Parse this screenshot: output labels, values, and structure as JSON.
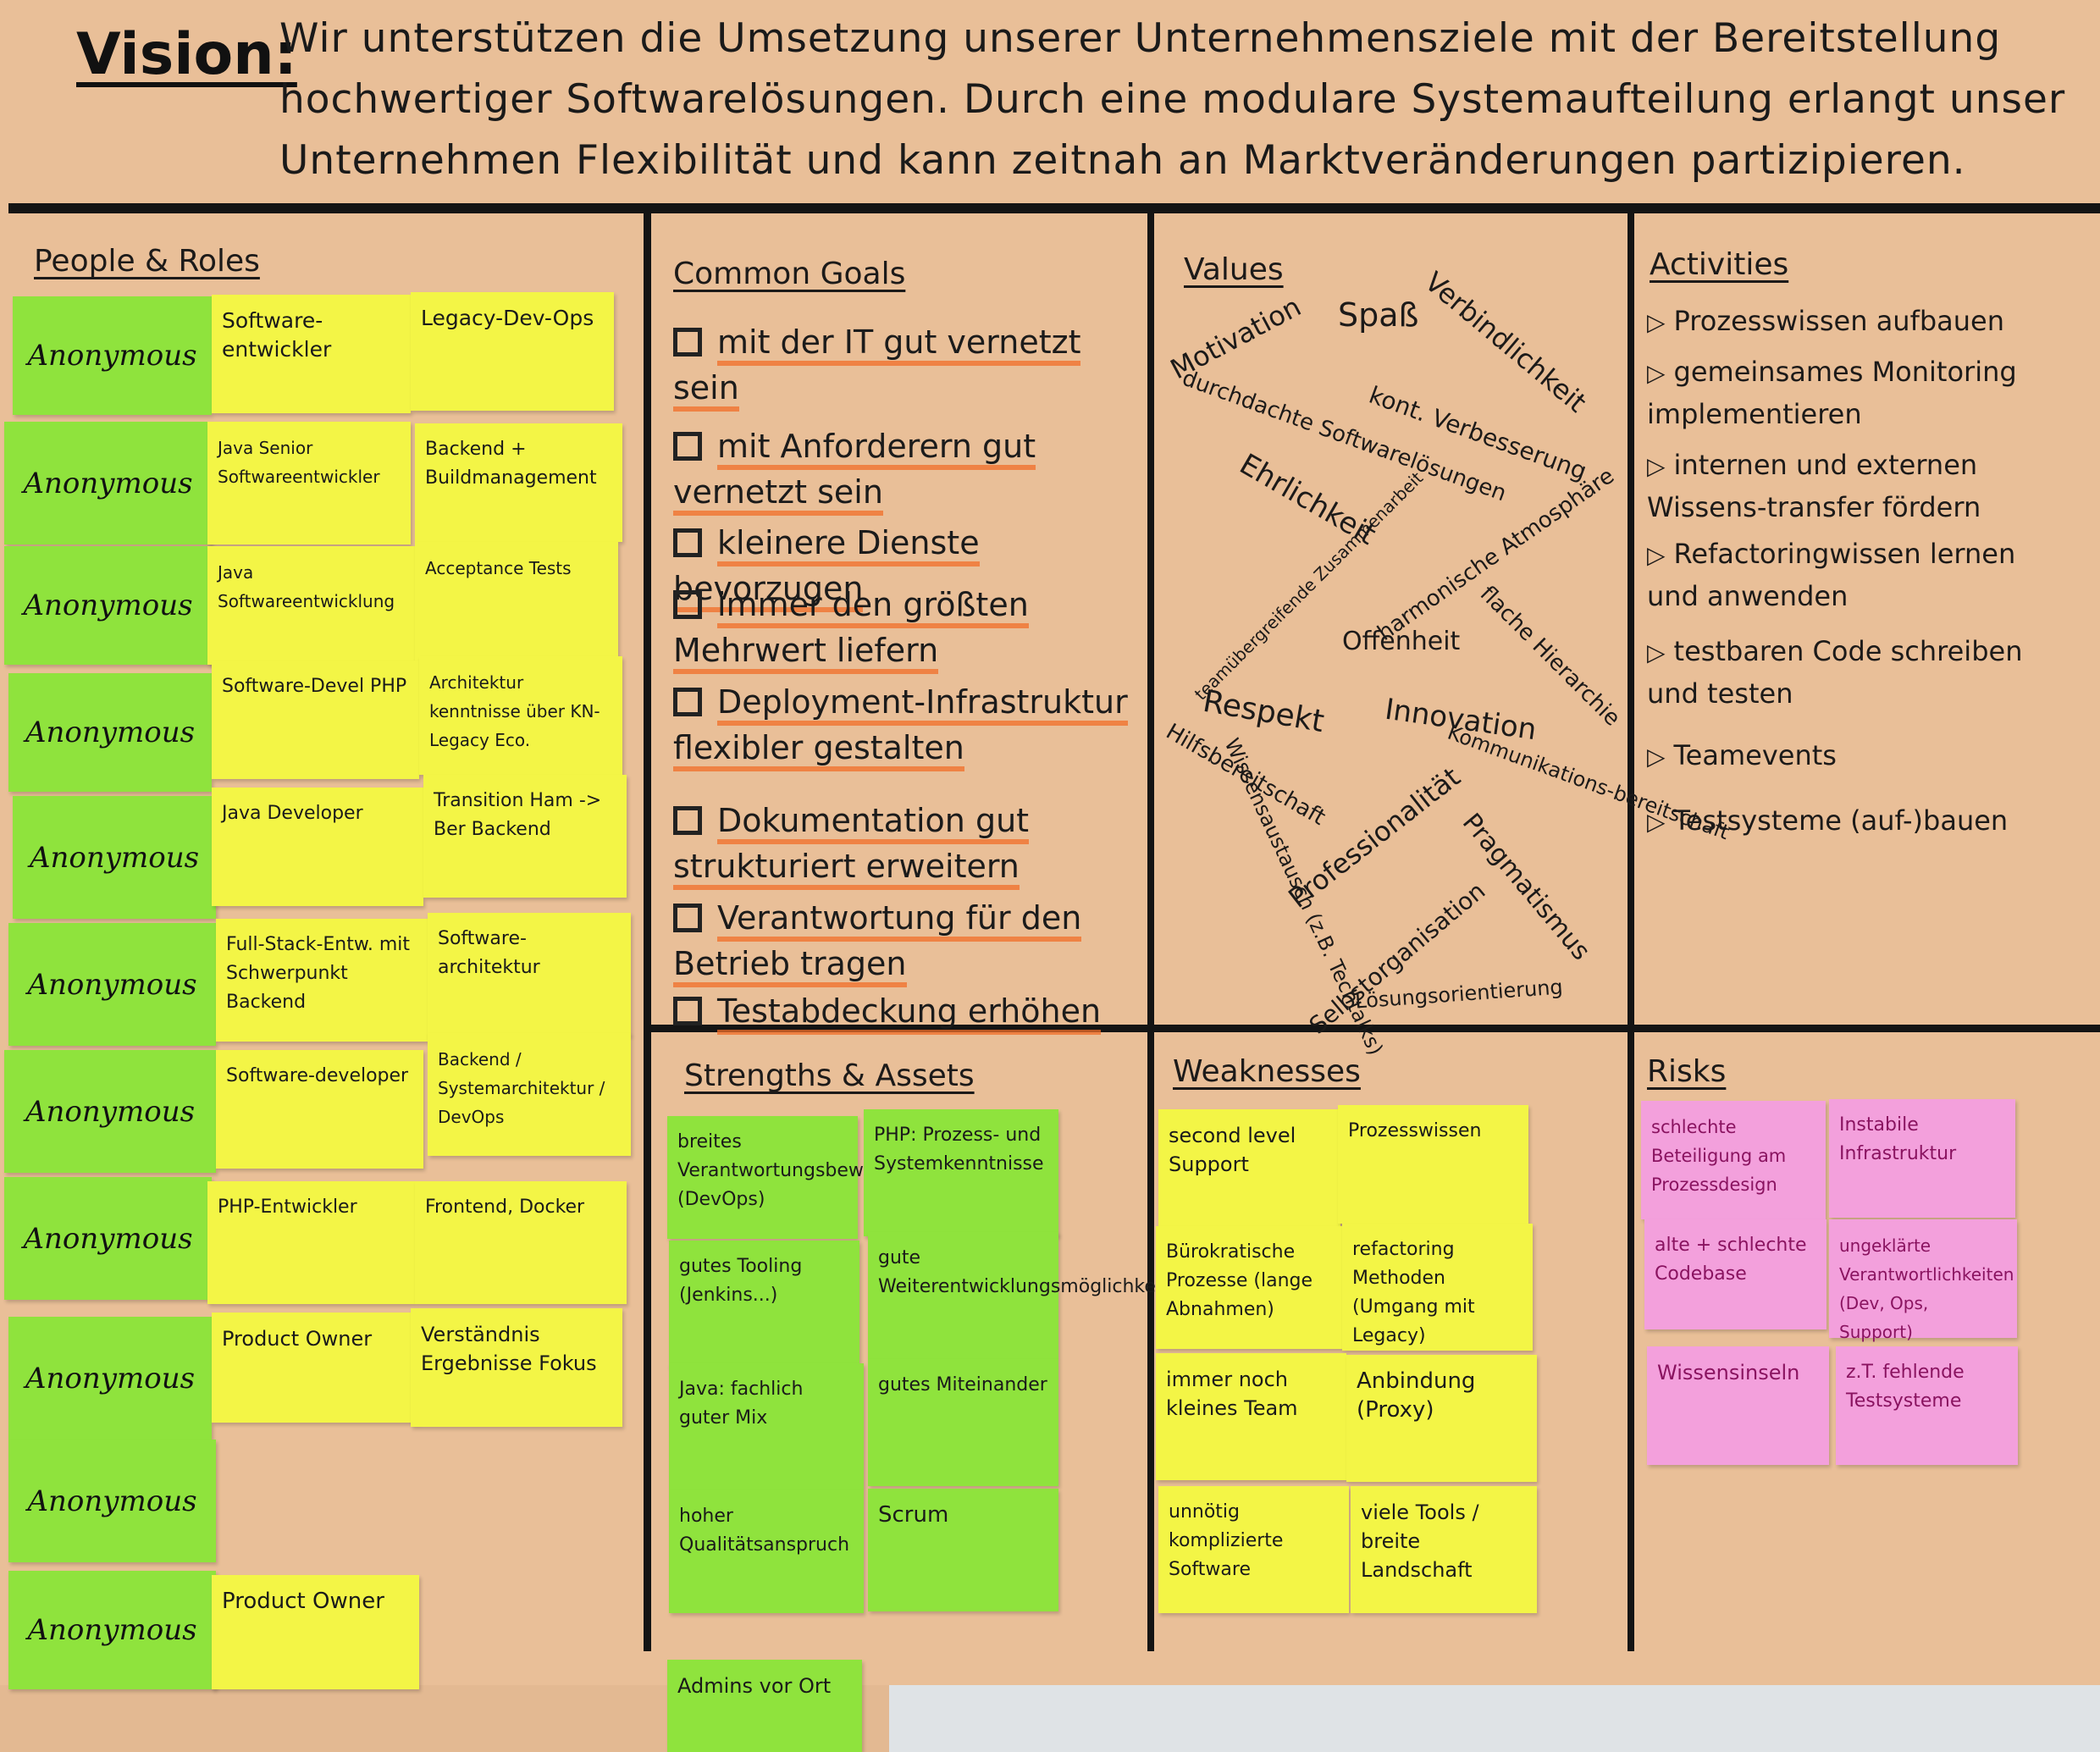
{
  "vision": {
    "label": "Vision:",
    "text": "Wir unterstützen die Umsetzung unserer Unternehmensziele mit der Bereitstellung hochwertiger Softwarelösungen. Durch eine modulare Systemaufteilung erlangt unser Unternehmen Flexibilität und kann zeitnah an Marktveränderungen partizipieren."
  },
  "sections": {
    "people": "People & Roles",
    "goals": "Common Goals",
    "values": "Values",
    "activities": "Activities",
    "strengths": "Strengths & Assets",
    "weaknesses": "Weaknesses",
    "risks": "Risks"
  },
  "people_rows": [
    {
      "name": "Anonymous",
      "role1": "Software-entwickler",
      "role2": "Legacy-Dev-Ops"
    },
    {
      "name": "Anonymous",
      "role1": "Java Senior Softwareentwickler",
      "role2": "Backend + Buildmanagement"
    },
    {
      "name": "Anonymous",
      "role1": "Java Softwareentwicklung",
      "role2": "Acceptance Tests"
    },
    {
      "name": "Anonymous",
      "role1": "Software-Devel PHP",
      "role2": "Architektur kenntnisse über KN-Legacy Eco."
    },
    {
      "name": "Anonymous",
      "role1": "Java Developer",
      "role2": "Transition Ham -> Ber Backend"
    },
    {
      "name": "Anonymous",
      "role1": "Full-Stack-Entw. mit Schwerpunkt Backend",
      "role2": "Software-architektur"
    },
    {
      "name": "Anonymous",
      "role1": "Software-developer",
      "role2": "Backend / Systemarchitektur / DevOps"
    },
    {
      "name": "Anonymous",
      "role1": "PHP-Entwickler",
      "role2": "Frontend, Docker"
    },
    {
      "name": "Anonymous",
      "role1": "Product Owner",
      "role2": "Verständnis Ergebnisse Fokus"
    },
    {
      "name": "Anonymous",
      "role1": "",
      "role2": ""
    },
    {
      "name": "Anonymous",
      "role1": "Product Owner",
      "role2": ""
    }
  ],
  "goals": [
    "mit der IT gut vernetzt sein",
    "mit Anforderern gut vernetzt sein",
    "kleinere Dienste bevorzugen",
    "immer den größten Mehrwert liefern",
    "Deployment-Infrastruktur flexibler gestalten",
    "Dokumentation gut strukturiert erweitern",
    "Verantwortung für den Betrieb tragen",
    "Testabdeckung erhöhen"
  ],
  "values": [
    "Motivation",
    "Spaß",
    "Verbindlichkeit",
    "durchdachte Softwarelösungen",
    "kont. Verbesserung",
    "Ehrlichkeit",
    "teamübergreifende Zusammenarbeit",
    "harmonische Atmosphäre",
    "Offenheit",
    "flache Hierarchie",
    "Respekt",
    "Innovation",
    "Hilfsbereitschaft",
    "Kommunikations-bereitschaft",
    "Wissensaustausch (z.B. Techtalks)",
    "Professionalität",
    "Pragmatismus",
    "Selbstorganisation",
    "Lösungsorientierung"
  ],
  "activities": [
    "Prozesswissen aufbauen",
    "gemeinsames Monitoring implementieren",
    "internen und externen Wissens-transfer fördern",
    "Refactoringwissen lernen und anwenden",
    "testbaren Code schreiben und testen",
    "Teamevents",
    "Testsysteme (auf-)bauen"
  ],
  "strengths": [
    "breites Verantwortungsbewusstsein (DevOps)",
    "PHP: Prozess- und Systemkenntnisse",
    "gutes Tooling (Jenkins...)",
    "gute Weiterentwicklungsmöglichkeiten",
    "Java: fachlich guter Mix",
    "gutes Miteinander",
    "hoher Qualitätsanspruch",
    "Scrum",
    "Admins vor Ort"
  ],
  "weaknesses": [
    "second level Support",
    "Prozesswissen",
    "Bürokratische Prozesse (lange Abnahmen)",
    "refactoring Methoden (Umgang mit Legacy)",
    "immer noch kleines Team",
    "Anbindung (Proxy)",
    "unnötig komplizierte Software",
    "viele Tools / breite Landschaft"
  ],
  "risks": [
    "schlechte Beteiligung am Prozessdesign",
    "Instabile Infrastruktur",
    "alte + schlechte Codebase",
    "ungeklärte Verantwortlichkeiten (Dev, Ops, Support)",
    "Wissensinseln",
    "z.T. fehlende Testsysteme"
  ],
  "colors": {
    "paper": "#e9bf98",
    "green_note": "#8fe33d",
    "yellow_note": "#f3f546",
    "pink_note": "#f3a0dc",
    "ink": "#141414"
  }
}
